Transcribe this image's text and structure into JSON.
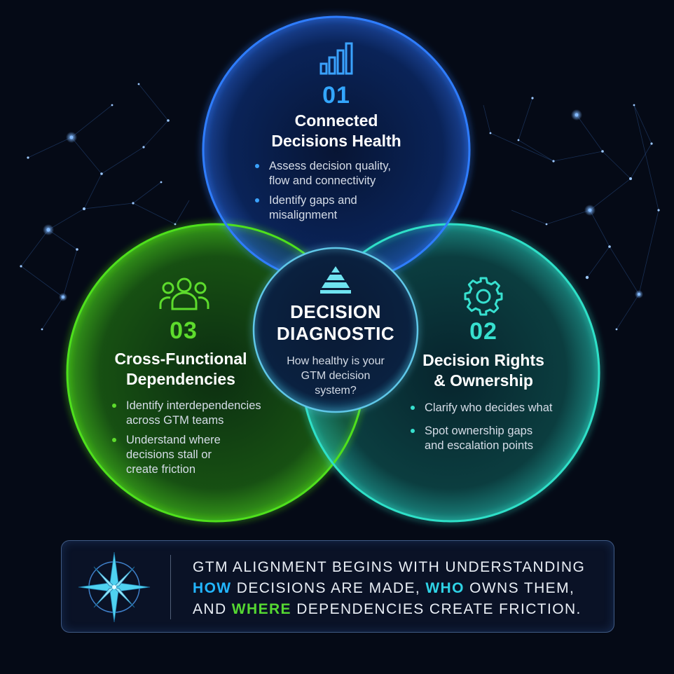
{
  "colors": {
    "background": "#050a16",
    "blue_circle": "#2f7dff",
    "green_circle": "#4fe01a",
    "teal_circle": "#2fe0c8",
    "number_blue": "#33a6ff",
    "number_green": "#5ddc2c",
    "number_teal": "#37e0cf"
  },
  "center": {
    "icon": "pyramid-icon",
    "title_lines": [
      "DECISION",
      "DIAGNOSTIC"
    ],
    "subtitle_lines": [
      "How healthy is your",
      "GTM decision",
      "system?"
    ]
  },
  "sections": {
    "top": {
      "icon": "bar-chart-icon",
      "number": "01",
      "title_lines": [
        "Connected",
        "Decisions Health"
      ],
      "bullets": [
        [
          "Assess decision quality,",
          "flow and connectivity"
        ],
        [
          "Identify gaps and",
          "misalignment"
        ]
      ]
    },
    "left": {
      "icon": "people-group-icon",
      "number": "03",
      "title_lines": [
        "Cross-Functional",
        "Dependencies"
      ],
      "bullets": [
        [
          "Identify interdependencies",
          "across GTM teams"
        ],
        [
          "Understand where",
          "decisions stall or",
          "create friction"
        ]
      ]
    },
    "right": {
      "icon": "gear-icon",
      "number": "02",
      "title_lines": [
        "Decision Rights",
        "& Ownership"
      ],
      "bullets": [
        [
          "Clarify who decides what"
        ],
        [
          "Spot ownership gaps",
          "and escalation points"
        ]
      ]
    }
  },
  "banner": {
    "icon": "compass-rose-icon",
    "line1": "GTM ALIGNMENT BEGINS WITH UNDERSTANDING",
    "line2": {
      "w1": "HOW",
      "t1": " DECISIONS ARE MADE, ",
      "w2": "WHO",
      "t2": " OWNS THEM,"
    },
    "line3": {
      "t1": "AND ",
      "w1": "WHERE",
      "t2": " DEPENDENCIES CREATE FRICTION."
    }
  }
}
